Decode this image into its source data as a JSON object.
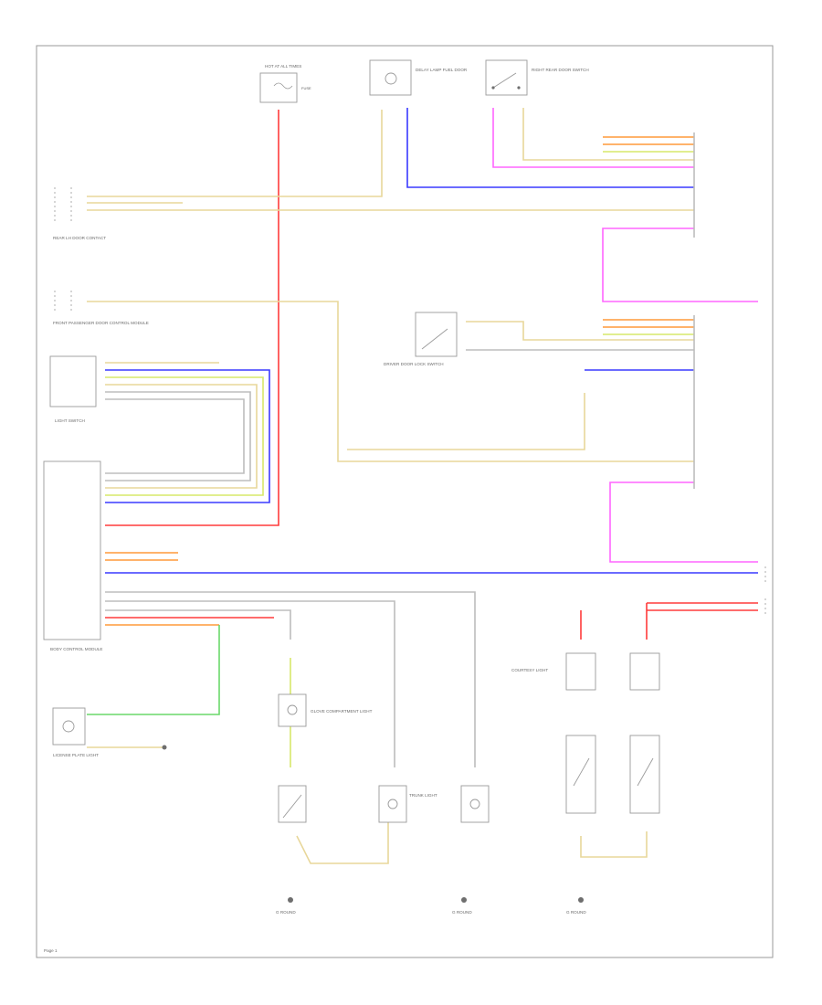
{
  "diagram": {
    "page_label": "Page 1",
    "colors": {
      "red": "#ff3b3b",
      "blue": "#3a3aff",
      "violet": "#ff66ff",
      "tan": "#e8d79a",
      "yellow_green": "#d7e86a",
      "green": "#6ad86a",
      "orange": "#ff9a3a",
      "gray": "#bdbdbd",
      "frame": "#9a9a9a"
    },
    "components": [
      {
        "id": "fuse",
        "label": "HOT AT ALL TIMES",
        "sub": "FUSE"
      },
      {
        "id": "fuel-door-lamp",
        "label": "DELAY LAMP FUEL DOOR"
      },
      {
        "id": "door-switch-dl",
        "label": "DRIVER DOOR LOCK SWITCH"
      },
      {
        "id": "rear-lh-door",
        "label": "REAR LH DOOR CONTACT"
      },
      {
        "id": "right-rear",
        "label": "RIGHT REAR DOOR SWITCH"
      },
      {
        "id": "light-switch",
        "label": "LIGHT SWITCH"
      },
      {
        "id": "pass-door",
        "label": "FRONT PASSENGER DOOR CONTROL MODULE"
      },
      {
        "id": "bcm",
        "label": "BODY CONTROL MODULE"
      },
      {
        "id": "license",
        "label": "LICENSE PLATE LIGHT"
      },
      {
        "id": "glove",
        "label": "GLOVE COMPARTMENT LIGHT"
      },
      {
        "id": "ground-glove",
        "label": "G ROUND"
      },
      {
        "id": "trunk",
        "label": "TRUNK LIGHT"
      },
      {
        "id": "ground-mid",
        "label": "G ROUND"
      },
      {
        "id": "courtesy",
        "label": "COURTESY LIGHT"
      },
      {
        "id": "ground-right",
        "label": "G ROUND"
      }
    ]
  }
}
